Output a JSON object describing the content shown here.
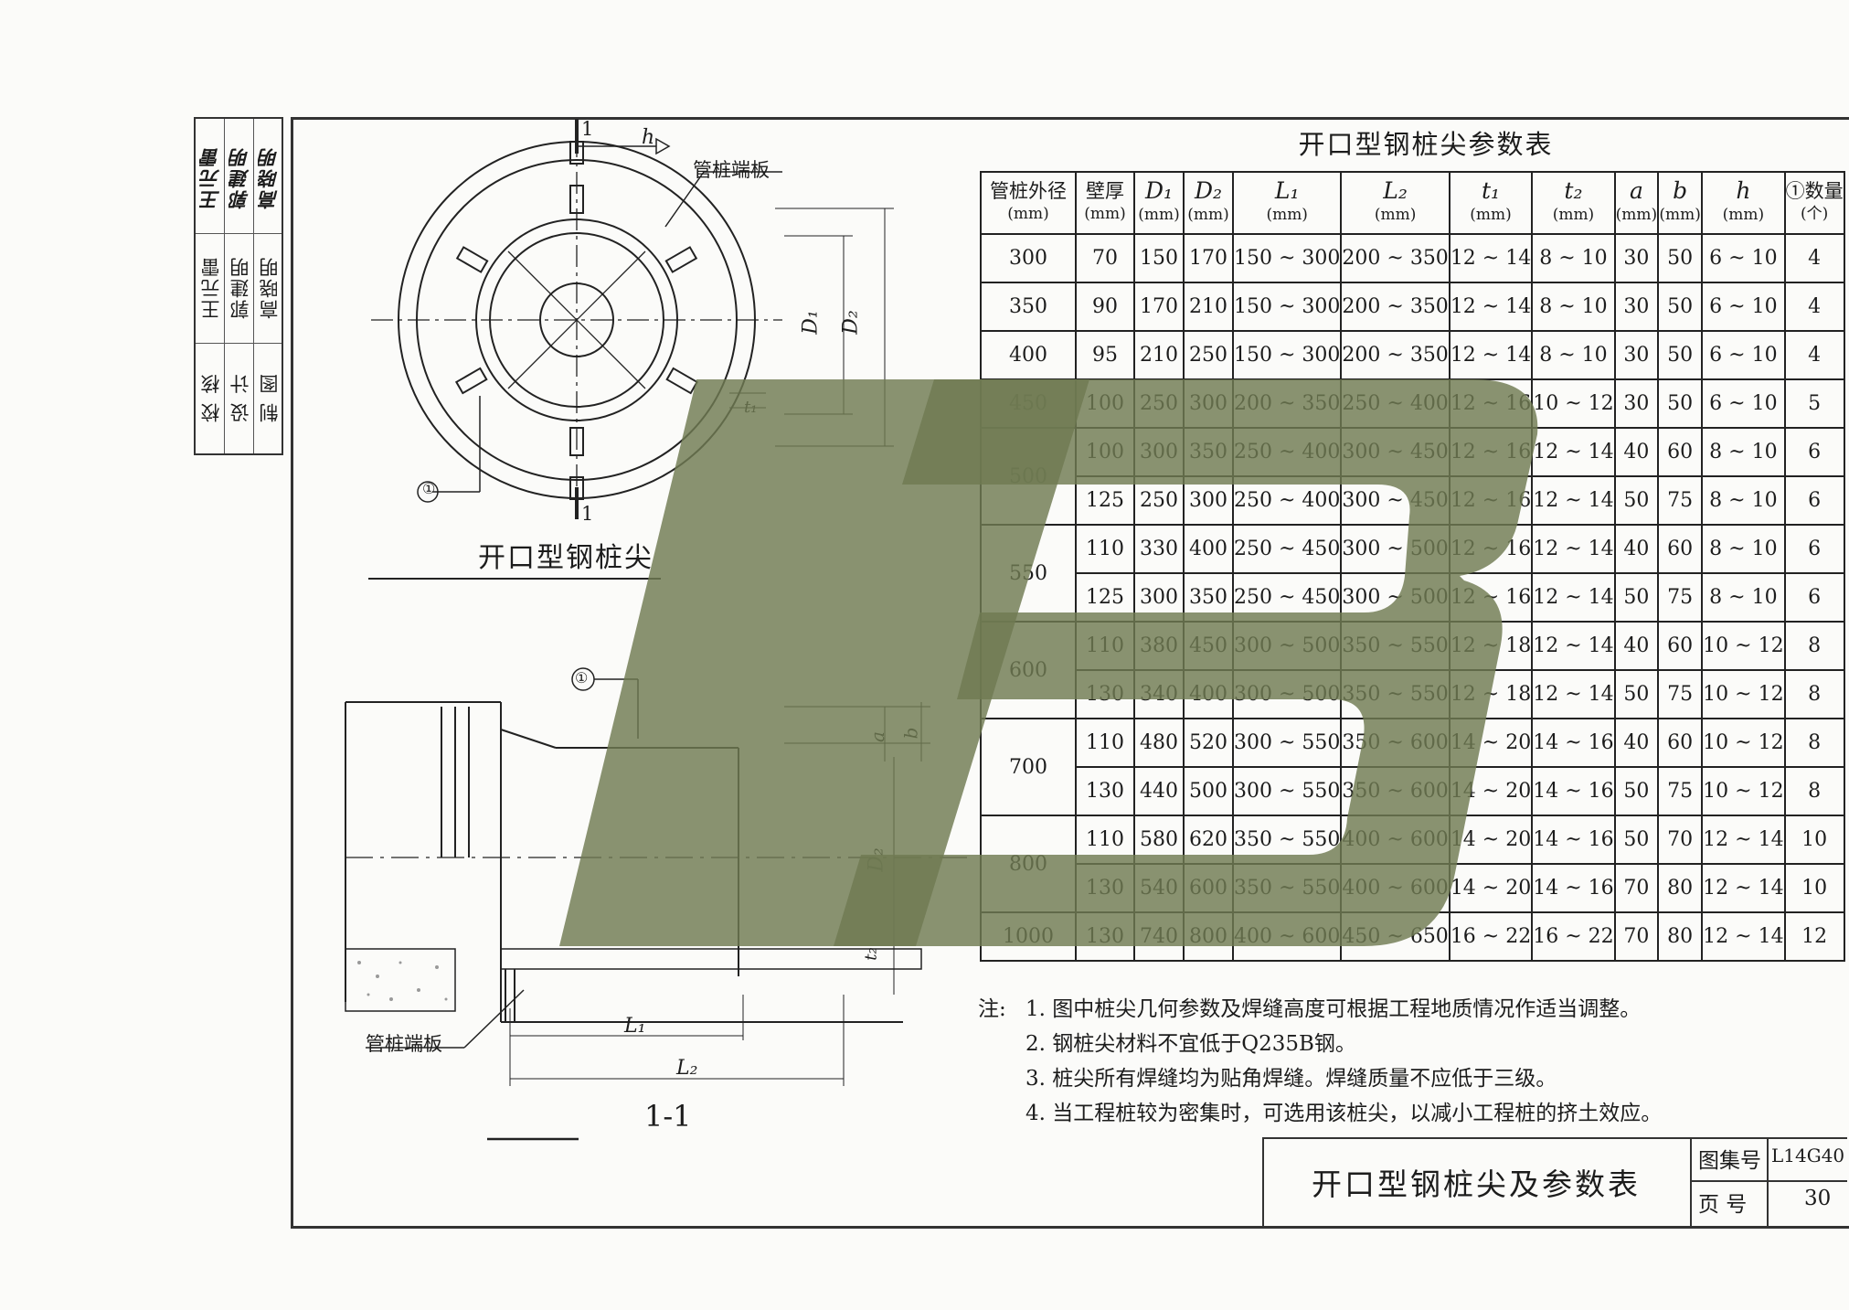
{
  "signature_block": {
    "rows": [
      {
        "role": "校  核",
        "name": "王元雷",
        "sign": "王元雷"
      },
      {
        "role": "设  计",
        "name": "郭建明",
        "sign": "郭建明"
      },
      {
        "role": "制  图",
        "name": "高晓明",
        "sign": "高晓明"
      }
    ]
  },
  "plan_view": {
    "caption": "开口型钢桩尖",
    "end_plate_label": "管桩端板",
    "section_mark": "1",
    "h_label": "h",
    "t1_label": "t₁",
    "d1_label": "D₁",
    "d2_label": "D₂",
    "callout": "①"
  },
  "section_view": {
    "caption": "1-1",
    "end_plate_label": "管桩端板",
    "callout": "①",
    "a_label": "a",
    "b_label": "b",
    "d2_label": "D₂",
    "t2_label": "t₂",
    "l1_label": "L₁",
    "l2_label": "L₂"
  },
  "table": {
    "title": "开口型钢桩尖参数表",
    "headers": [
      {
        "name": "管桩外径",
        "unit": "(mm)"
      },
      {
        "name": "壁厚",
        "unit": "(mm)"
      },
      {
        "name": "D₁",
        "unit": "(mm)"
      },
      {
        "name": "D₂",
        "unit": "(mm)"
      },
      {
        "name": "L₁",
        "unit": "(mm)"
      },
      {
        "name": "L₂",
        "unit": "(mm)"
      },
      {
        "name": "t₁",
        "unit": "(mm)"
      },
      {
        "name": "t₂",
        "unit": "(mm)"
      },
      {
        "name": "a",
        "unit": "(mm)"
      },
      {
        "name": "b",
        "unit": "(mm)"
      },
      {
        "name": "h",
        "unit": "(mm)"
      },
      {
        "name": "①数量",
        "unit": "(个)"
      }
    ],
    "rows": [
      [
        "300",
        "70",
        "150",
        "170",
        "150 ~ 300",
        "200 ~ 350",
        "12 ~ 14",
        "8 ~ 10",
        "30",
        "50",
        "6 ~ 10",
        "4"
      ],
      [
        "350",
        "90",
        "170",
        "210",
        "150 ~ 300",
        "200 ~ 350",
        "12 ~ 14",
        "8 ~ 10",
        "30",
        "50",
        "6 ~ 10",
        "4"
      ],
      [
        "400",
        "95",
        "210",
        "250",
        "150 ~ 300",
        "200 ~ 350",
        "12 ~ 14",
        "8 ~ 10",
        "30",
        "50",
        "6 ~ 10",
        "4"
      ],
      [
        "450",
        "100",
        "250",
        "300",
        "200 ~ 350",
        "250 ~ 400",
        "12 ~ 16",
        "10 ~ 12",
        "30",
        "50",
        "6 ~ 10",
        "5"
      ],
      [
        "500",
        "100",
        "300",
        "350",
        "250 ~ 400",
        "300 ~ 450",
        "12 ~ 16",
        "12 ~ 14",
        "40",
        "60",
        "8 ~ 10",
        "6"
      ],
      [
        "",
        "125",
        "250",
        "300",
        "250 ~ 400",
        "300 ~ 450",
        "12 ~ 16",
        "12 ~ 14",
        "50",
        "75",
        "8 ~ 10",
        "6"
      ],
      [
        "550",
        "110",
        "330",
        "400",
        "250 ~ 450",
        "300 ~ 500",
        "12 ~ 16",
        "12 ~ 14",
        "40",
        "60",
        "8 ~ 10",
        "6"
      ],
      [
        "",
        "125",
        "300",
        "350",
        "250 ~ 450",
        "300 ~ 500",
        "12 ~ 16",
        "12 ~ 14",
        "50",
        "75",
        "8 ~ 10",
        "6"
      ],
      [
        "600",
        "110",
        "380",
        "450",
        "300 ~ 500",
        "350 ~ 550",
        "12 ~ 18",
        "12 ~ 14",
        "40",
        "60",
        "10 ~ 12",
        "8"
      ],
      [
        "",
        "130",
        "340",
        "400",
        "300 ~ 500",
        "350 ~ 550",
        "12 ~ 18",
        "12 ~ 14",
        "50",
        "75",
        "10 ~ 12",
        "8"
      ],
      [
        "700",
        "110",
        "480",
        "520",
        "300 ~ 550",
        "350 ~ 600",
        "14 ~ 20",
        "14 ~ 16",
        "40",
        "60",
        "10 ~ 12",
        "8"
      ],
      [
        "",
        "130",
        "440",
        "500",
        "300 ~ 550",
        "350 ~ 600",
        "14 ~ 20",
        "14 ~ 16",
        "50",
        "75",
        "10 ~ 12",
        "8"
      ],
      [
        "800",
        "110",
        "580",
        "620",
        "350 ~ 550",
        "400 ~ 600",
        "14 ~ 20",
        "14 ~ 16",
        "50",
        "70",
        "12 ~ 14",
        "10"
      ],
      [
        "",
        "130",
        "540",
        "600",
        "350 ~ 550",
        "400 ~ 600",
        "14 ~ 20",
        "14 ~ 16",
        "70",
        "80",
        "12 ~ 14",
        "10"
      ],
      [
        "1000",
        "130",
        "740",
        "800",
        "400 ~ 600",
        "450 ~ 650",
        "16 ~ 22",
        "16 ~ 22",
        "70",
        "80",
        "12 ~ 14",
        "12"
      ]
    ]
  },
  "notes": {
    "label": "注:",
    "items": [
      "1. 图中桩尖几何参数及焊缝高度可根据工程地质情况作适当调整。",
      "2. 钢桩尖材料不宜低于Q235B钢。",
      "3. 桩尖所有焊缝均为贴角焊缝。焊缝质量不应低于三级。",
      "4. 当工程桩较为密集时，可选用该桩尖，以减小工程桩的挤土效应。"
    ]
  },
  "title_block": {
    "drawing_title": "开口型钢桩尖及参数表",
    "atlas_label": "图集号",
    "atlas_value": "L14G40",
    "page_label": "页  号",
    "page_value": "30"
  },
  "watermark": {
    "color": "#6f7a52"
  }
}
